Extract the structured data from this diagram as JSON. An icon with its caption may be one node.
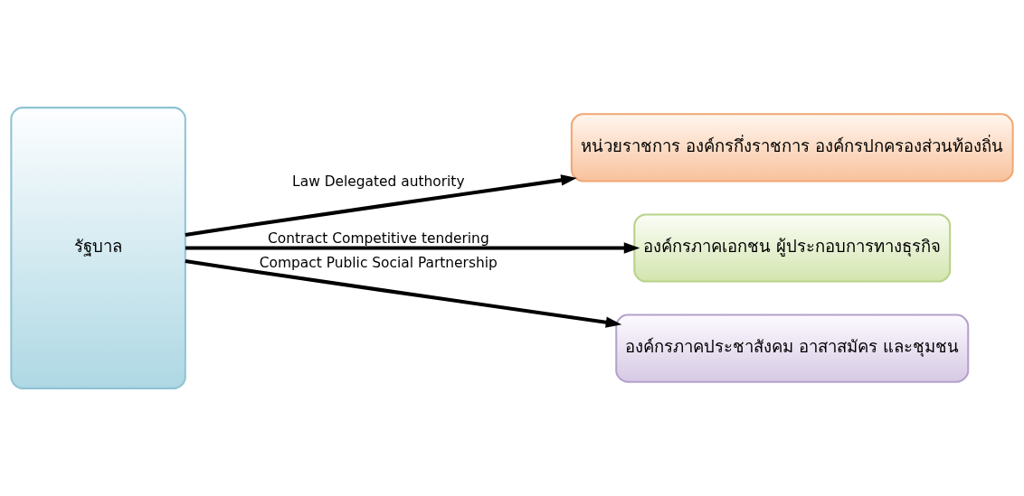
{
  "diagram": {
    "nodes": [
      {
        "text": [
          "รัฐบาล"
        ]
      },
      {
        "text": [
          "หน่วยราชการ องค์กรกึ่งราชการ องค์กรปกครองส่วนท้องถิ่น"
        ]
      },
      {
        "text": [
          "องค์กรภาคเอกชน ผู้ประกอบการทางธุรกิจ"
        ]
      },
      {
        "text": [
          "องค์กรภาคประชาสังคม อาสาสมัคร และชุมชน"
        ]
      }
    ],
    "edges": [
      {
        "from": 0,
        "to": 1,
        "arrow": "to",
        "label": "Law Delegated authority"
      },
      {
        "from": 0,
        "to": 2,
        "arrow": "to",
        "label": "Contract Competitive tendering"
      },
      {
        "from": 0,
        "to": 3,
        "arrow": "to",
        "label": "Compact Public Social Partnership"
      }
    ]
  }
}
